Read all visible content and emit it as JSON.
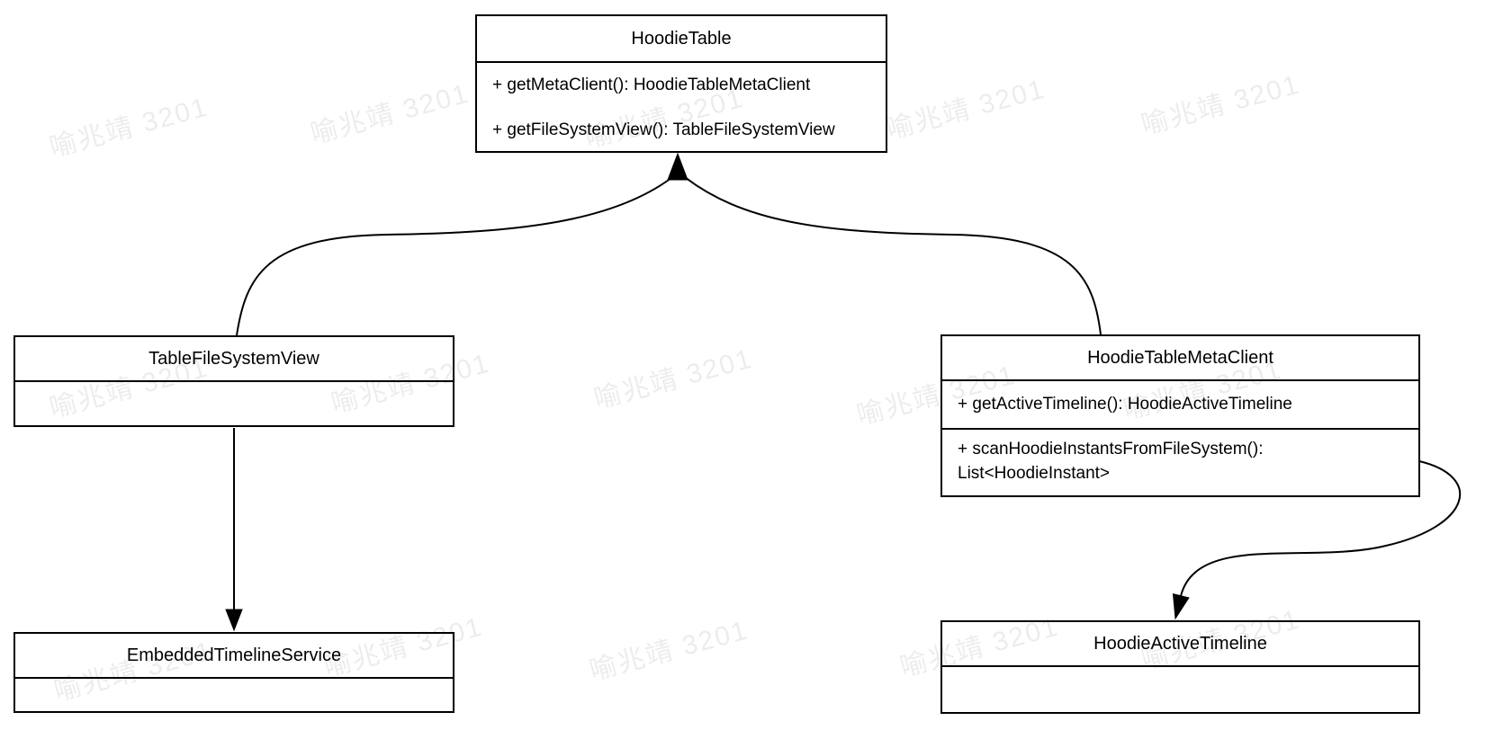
{
  "watermark": {
    "text": "喻兆靖 3201"
  },
  "diagram": {
    "classes": [
      {
        "name": "HoodieTable",
        "methods": [
          "+ getMetaClient(): HoodieTableMetaClient",
          "+ getFileSystemView(): TableFileSystemView"
        ]
      },
      {
        "name": "TableFileSystemView",
        "methods": []
      },
      {
        "name": "HoodieTableMetaClient",
        "methods": [
          "+ getActiveTimeline(): HoodieActiveTimeline",
          "+ scanHoodieInstantsFromFileSystem(): List<HoodieInstant>"
        ]
      },
      {
        "name": "EmbeddedTimelineService",
        "methods": []
      },
      {
        "name": "HoodieActiveTimeline",
        "methods": []
      }
    ],
    "relations": [
      {
        "from": "TableFileSystemView",
        "to": "HoodieTable"
      },
      {
        "from": "HoodieTableMetaClient",
        "to": "HoodieTable"
      },
      {
        "from": "TableFileSystemView",
        "to": "EmbeddedTimelineService"
      },
      {
        "from": "HoodieTableMetaClient",
        "to": "HoodieActiveTimeline"
      }
    ]
  }
}
